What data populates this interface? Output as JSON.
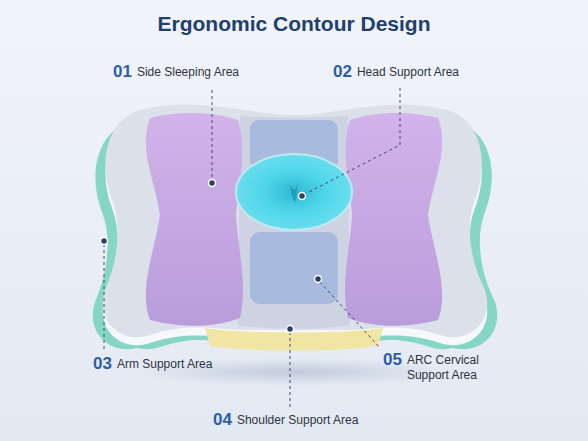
{
  "diagram": {
    "title": "Ergonomic Contour Design",
    "labels": [
      "01",
      "Side Sleeping Area",
      "02",
      "Head Support Area",
      "03",
      "Arm Support Area",
      "04",
      "Shoulder Support Area",
      "05",
      "ARC Cervical Support Area"
    ]
  }
}
